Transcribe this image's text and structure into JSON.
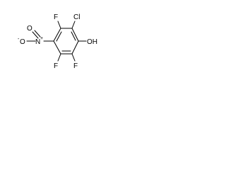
{
  "molecule": {
    "atoms": {
      "cl": "Cl",
      "oh": "OH",
      "f_top": "F",
      "f_bottom_left": "F",
      "f_bottom_right": "F",
      "o_nitro_top": "O",
      "o_nitro_left": "O",
      "n_nitro": "N",
      "n_plus": "+",
      "o_minus": "-"
    }
  }
}
